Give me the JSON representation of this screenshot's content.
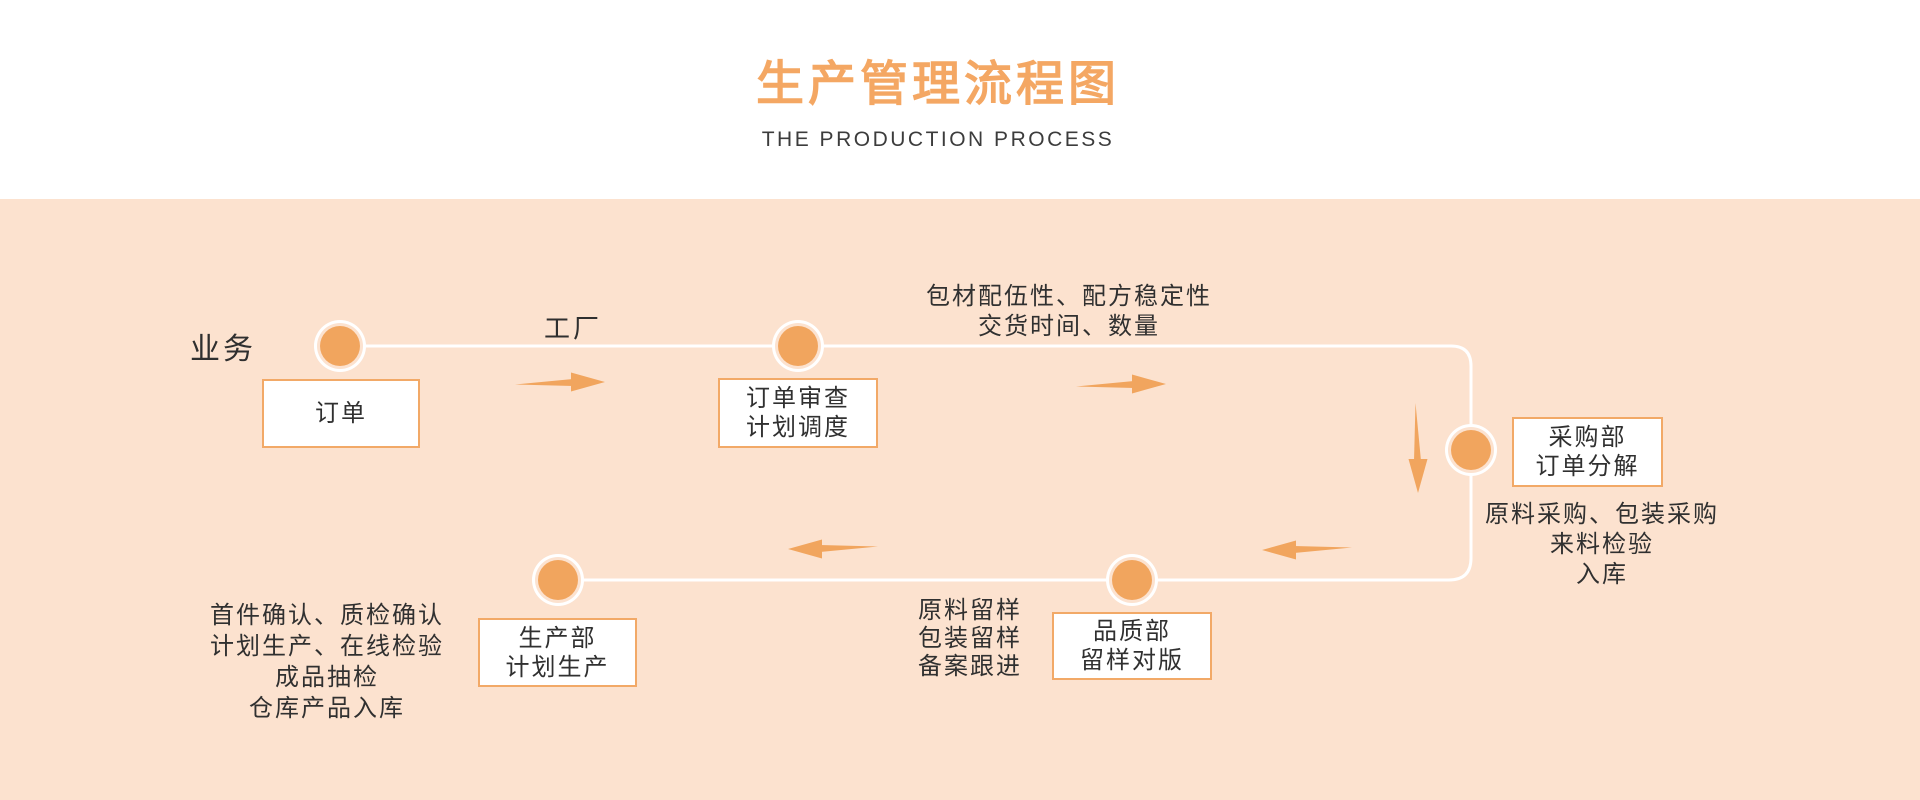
{
  "header": {
    "title": "生产管理流程图",
    "subtitle": "THE PRODUCTION PROCESS"
  },
  "diagram": {
    "start_label": "业务",
    "factory_label": "工厂",
    "nodes": [
      {
        "label": "订单"
      },
      {
        "label": "订单审查\n计划调度"
      },
      {
        "label": "采购部\n订单分解"
      },
      {
        "label": "品质部\n留样对版"
      },
      {
        "label": "生产部\n计划生产"
      }
    ],
    "annotations": {
      "after_review": "包材配伍性、配方稳定性\n交货时间、数量",
      "purchasing": "原料采购、包装采购\n来料检验\n入库",
      "quality": "原料留样\n包装留样\n备案跟进",
      "production": "首件确认、质检确认\n计划生产、在线检验\n成品抽检\n仓库产品入库"
    }
  },
  "colors": {
    "accent": "#f1a55e",
    "background": "#fce2cf",
    "panel": "#ffffff",
    "text": "#303030",
    "title": "#f4a763",
    "subtitle": "#3c3c3c",
    "line": "#ffffff",
    "box_border": "#f2a967"
  }
}
